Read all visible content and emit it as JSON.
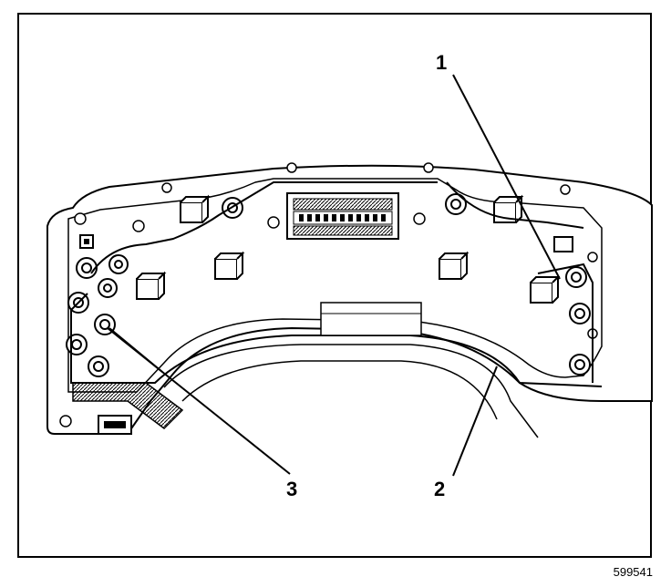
{
  "figure": {
    "id": "599541",
    "callouts": [
      {
        "number": "1"
      },
      {
        "number": "2"
      },
      {
        "number": "3"
      }
    ]
  },
  "colors": {
    "ink": "#000000",
    "paper": "#ffffff",
    "shade": "#cfcfcf"
  }
}
